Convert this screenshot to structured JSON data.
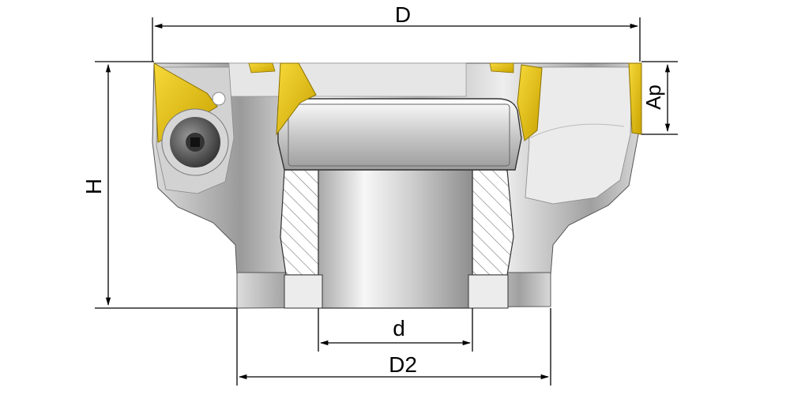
{
  "drawing": {
    "labels": {
      "D": "D",
      "H": "H",
      "Ap": "Ap",
      "d": "d",
      "D2": "D2"
    },
    "colors": {
      "insert": "#e8c312",
      "insert_dark": "#b99500",
      "steel_light": "#f2f2f2",
      "steel_mid": "#c4c4c4",
      "steel_dark": "#8a8a8a",
      "line": "#000000",
      "hatch": "#6f6f6f"
    }
  }
}
